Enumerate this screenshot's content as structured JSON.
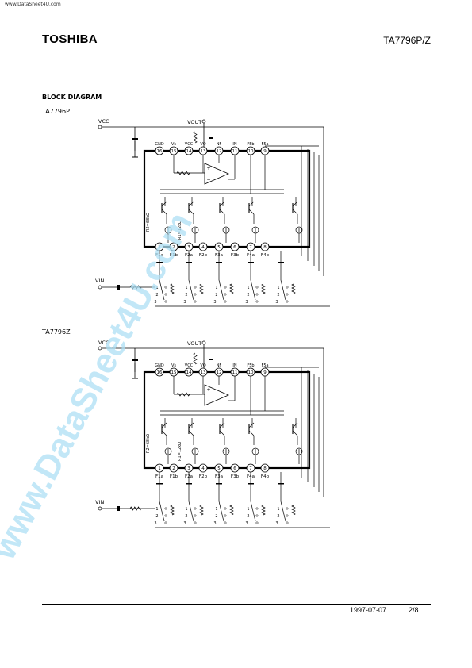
{
  "watermark_url": "www.DataSheet4U.com",
  "brand": "TOSHIBA",
  "part_number": "TA7796P/Z",
  "section_title": "BLOCK DIAGRAM",
  "diagrams": [
    {
      "variant": "TA7796P",
      "supply": "VCC",
      "output": "VOUT",
      "input": "VIN",
      "top_pins": [
        {
          "num": "16",
          "name": "GND"
        },
        {
          "num": "15",
          "name": "Vs"
        },
        {
          "num": "14",
          "name": "VCC"
        },
        {
          "num": "13",
          "name": "VO"
        },
        {
          "num": "12",
          "name": "NF"
        },
        {
          "num": "11",
          "name": "IN"
        },
        {
          "num": "10",
          "name": "F5b"
        },
        {
          "num": "9",
          "name": "F5a"
        }
      ],
      "bottom_pins": [
        {
          "num": "1",
          "name": "F1a"
        },
        {
          "num": "2",
          "name": "F1b"
        },
        {
          "num": "3",
          "name": "F2a"
        },
        {
          "num": "4",
          "name": "F2b"
        },
        {
          "num": "5",
          "name": "F3a"
        },
        {
          "num": "6",
          "name": "F3b"
        },
        {
          "num": "7",
          "name": "F4a"
        },
        {
          "num": "8",
          "name": "F4b"
        }
      ],
      "resistor_r2": "R2=68kΩ",
      "resistor_r1": "R1=12kΩ",
      "switch_labels": [
        "1",
        "2",
        "3"
      ]
    },
    {
      "variant": "TA7796Z",
      "supply": "VCC",
      "output": "VOUT",
      "input": "VIN",
      "top_pins": [
        {
          "num": "16",
          "name": "GND"
        },
        {
          "num": "15",
          "name": "Vs"
        },
        {
          "num": "14",
          "name": "VCC"
        },
        {
          "num": "13",
          "name": "VO"
        },
        {
          "num": "12",
          "name": "NF"
        },
        {
          "num": "11",
          "name": "IN"
        },
        {
          "num": "10",
          "name": "F5b"
        },
        {
          "num": "9",
          "name": "F5a"
        }
      ],
      "bottom_pins": [
        {
          "num": "1",
          "name": "F1a"
        },
        {
          "num": "2",
          "name": "F1b"
        },
        {
          "num": "3",
          "name": "F2a"
        },
        {
          "num": "4",
          "name": "F2b"
        },
        {
          "num": "5",
          "name": "F3a"
        },
        {
          "num": "6",
          "name": "F3b"
        },
        {
          "num": "7",
          "name": "F4a"
        },
        {
          "num": "8",
          "name": "F4b"
        }
      ],
      "resistor_r2": "R2=68kΩ",
      "resistor_r1": "R1=12kΩ",
      "switch_labels": [
        "1",
        "2",
        "3"
      ]
    }
  ],
  "footer": {
    "date": "1997-07-07",
    "page": "2/8"
  },
  "watermark_diagonal": "www.DataSheet4U.com"
}
